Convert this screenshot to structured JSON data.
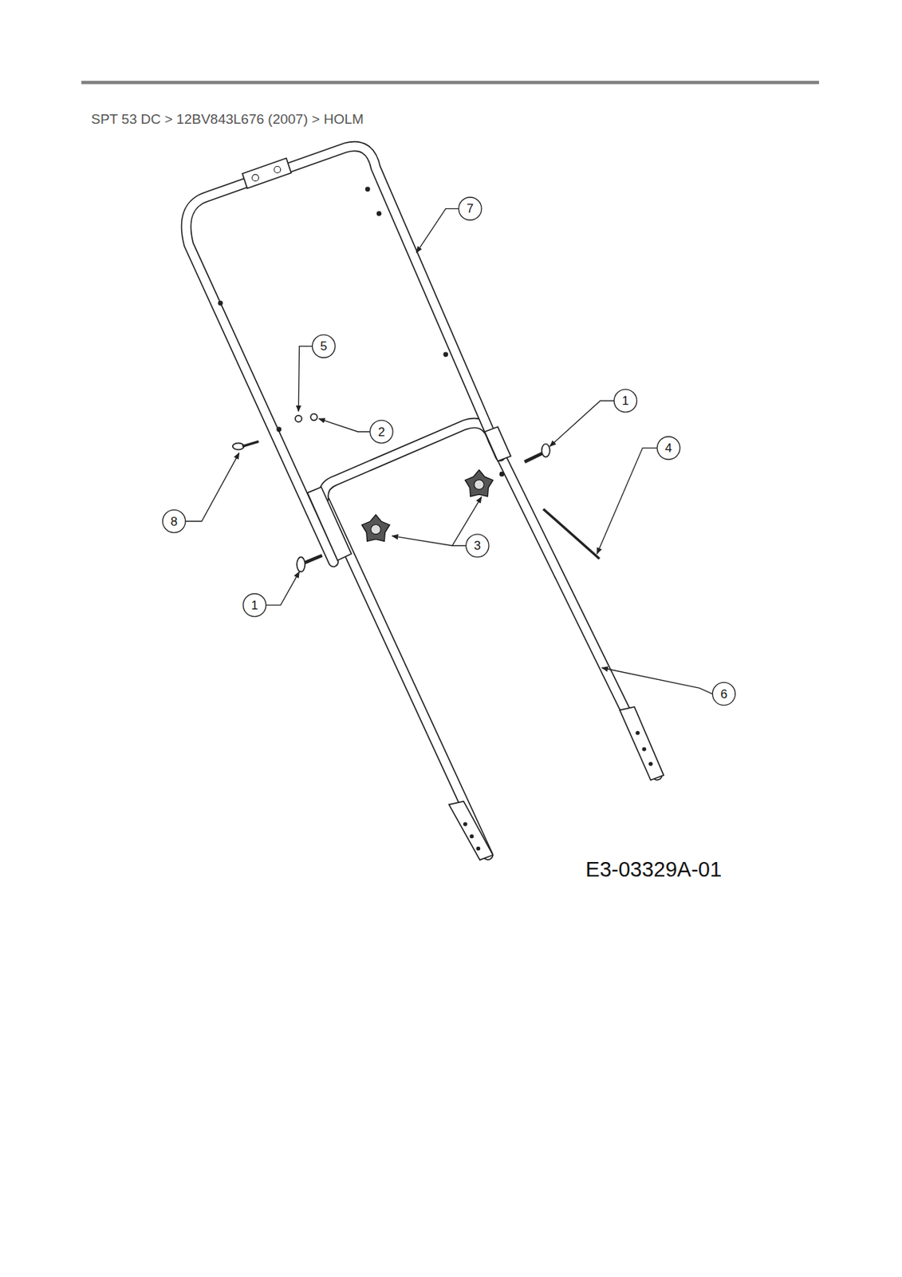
{
  "diagram": {
    "title": "SPT 53 DC > 12BV843L676 (2007) > HOLM",
    "labels": [
      "7",
      "5",
      "2",
      "1",
      "4",
      "8",
      "3",
      "1",
      "6",
      "E3-03329A-01"
    ]
  }
}
